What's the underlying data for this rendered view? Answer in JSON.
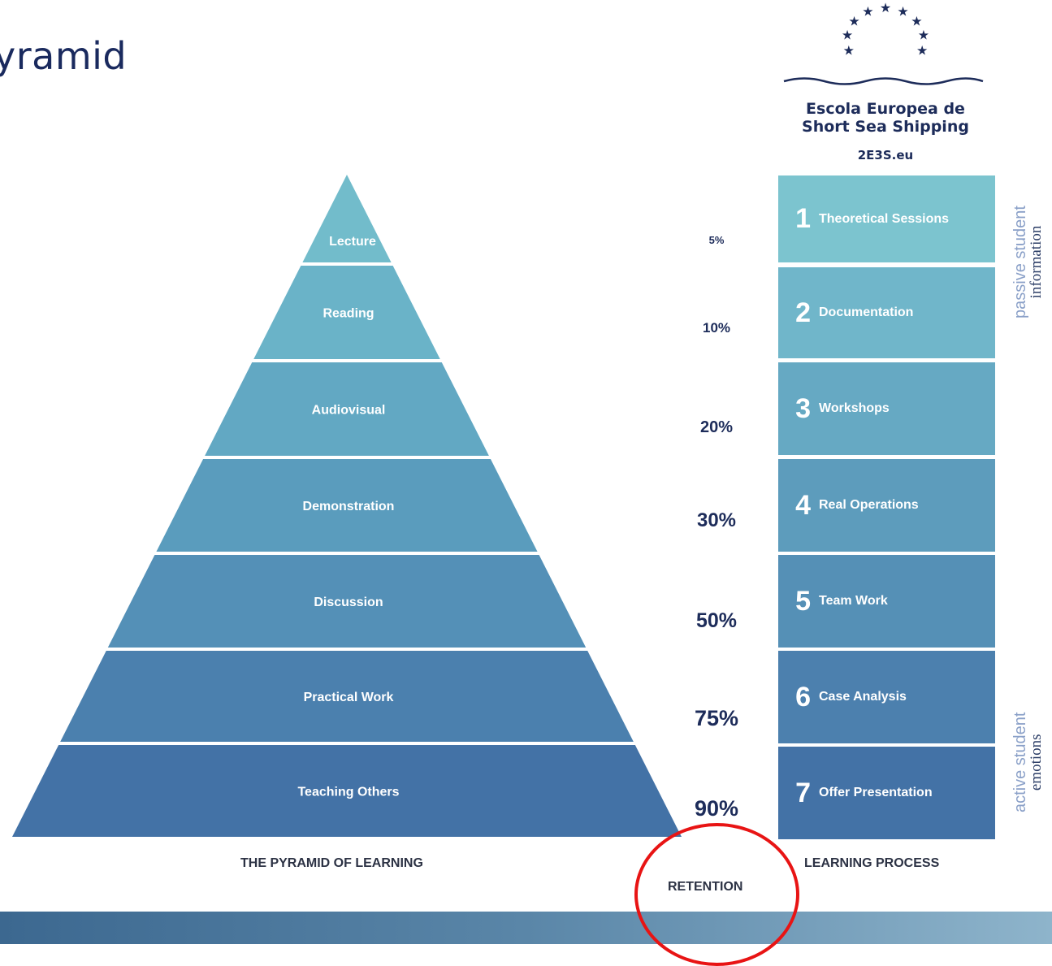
{
  "slide": {
    "title": "yramid"
  },
  "logo": {
    "line1": "Escola Europea de",
    "line2": "Short Sea Shipping",
    "line3": "2E3S.eu"
  },
  "pyramid": {
    "levels": [
      {
        "label": "Lecture",
        "color": "#72bccb"
      },
      {
        "label": "Reading",
        "color": "#6ab3c8"
      },
      {
        "label": "Audiovisual",
        "color": "#62a8c3"
      },
      {
        "label": "Demonstration",
        "color": "#5a9cbd"
      },
      {
        "label": "Discussion",
        "color": "#5490b7"
      },
      {
        "label": "Practical Work",
        "color": "#4b80ae"
      },
      {
        "label": "Teaching Others",
        "color": "#4372a6"
      }
    ],
    "caption": "THE PYRAMID OF LEARNING"
  },
  "retention": {
    "values": [
      "5%",
      "10%",
      "20%",
      "30%",
      "50%",
      "75%",
      "90%"
    ],
    "caption": "RETENTION"
  },
  "process": {
    "items": [
      {
        "num": "1",
        "label": "Theoretical Sessions"
      },
      {
        "num": "2",
        "label": "Documentation"
      },
      {
        "num": "3",
        "label": "Workshops"
      },
      {
        "num": "4",
        "label": "Real Operations"
      },
      {
        "num": "5",
        "label": "Team Work"
      },
      {
        "num": "6",
        "label": "Case Analysis"
      },
      {
        "num": "7",
        "label": "Offer Presentation"
      }
    ],
    "caption": "LEARNING PROCESS",
    "side_top": {
      "line1": "passive student",
      "line2": "information"
    },
    "side_bottom": {
      "line1": "active student",
      "line2": "emotions"
    }
  },
  "colors": {
    "highlight_circle": "#e81414",
    "title": "#1a2a5e"
  }
}
